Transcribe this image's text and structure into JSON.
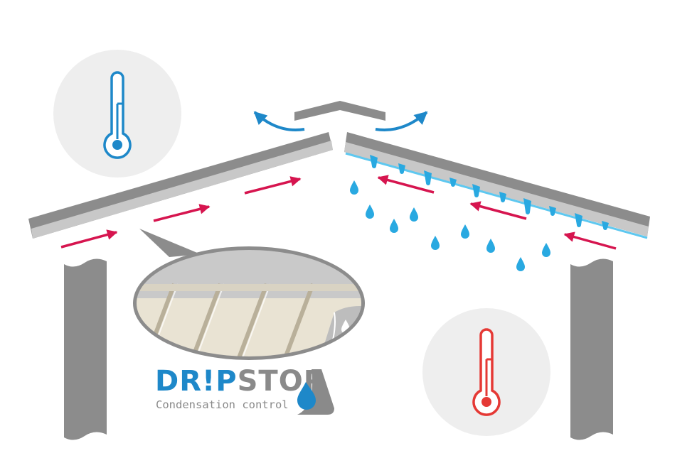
{
  "logo": {
    "brand_part1": "DR",
    "brand_bang": "!",
    "brand_part2": "P",
    "brand_part3": "STOP",
    "tagline": "Condensation control",
    "colors": {
      "blue": "#1e88c9",
      "grey": "#8a8a8a"
    }
  },
  "thermometers": {
    "cold": {
      "icon": "thermometer-icon",
      "color": "#1e88c9"
    },
    "warm": {
      "icon": "thermometer-icon",
      "color": "#e53935"
    }
  },
  "colors": {
    "roof": "#8c8c8c",
    "roof_underlay": "#c8c8c8",
    "wall": "#8c8c8c",
    "airflow_arrow": "#d6154f",
    "vent_arrow": "#1e88c9",
    "water": "#29a9e1",
    "badge_bg": "#eeeeee"
  }
}
